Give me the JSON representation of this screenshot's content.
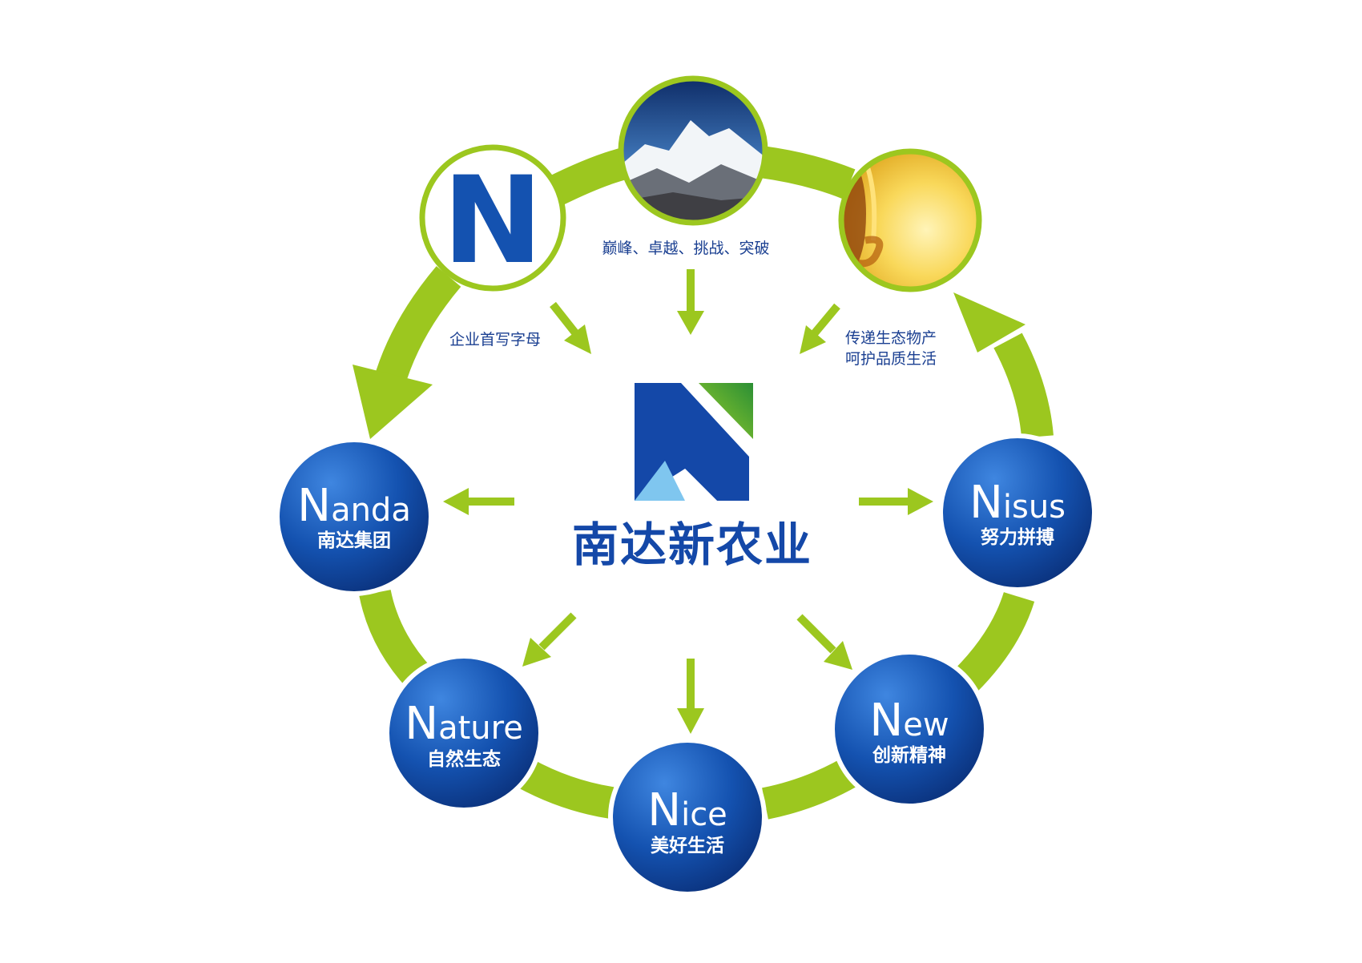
{
  "brand": {
    "name_cn": "南达新农业"
  },
  "top_captions": {
    "n_letter": "N",
    "letter_caption": "企业首写字母",
    "peak_caption": "巅峰、卓越、挑战、突破",
    "eco_caption_line1": "传递生态物产",
    "eco_caption_line2": "呵护品质生活"
  },
  "nodes": [
    {
      "cap": "N",
      "rest": "anda",
      "cn": "南达集团"
    },
    {
      "cap": "N",
      "rest": "ature",
      "cn": "自然生态"
    },
    {
      "cap": "N",
      "rest": "ice",
      "cn": "美好生活"
    },
    {
      "cap": "N",
      "rest": "ew",
      "cn": "创新精神"
    },
    {
      "cap": "N",
      "rest": "isus",
      "cn": "努力拼搏"
    }
  ],
  "colors": {
    "green_accent": "#9cc71f",
    "node_blue": "#1452b0",
    "brand_blue": "#1448a8",
    "text_blue": "#1a3f91",
    "logo_green": "#2e9e3a",
    "logo_light_blue": "#7fc6ef"
  },
  "icons": {
    "mountain_photo": "mountain-photo-icon",
    "oil_photo": "oil-pour-photo-icon"
  }
}
